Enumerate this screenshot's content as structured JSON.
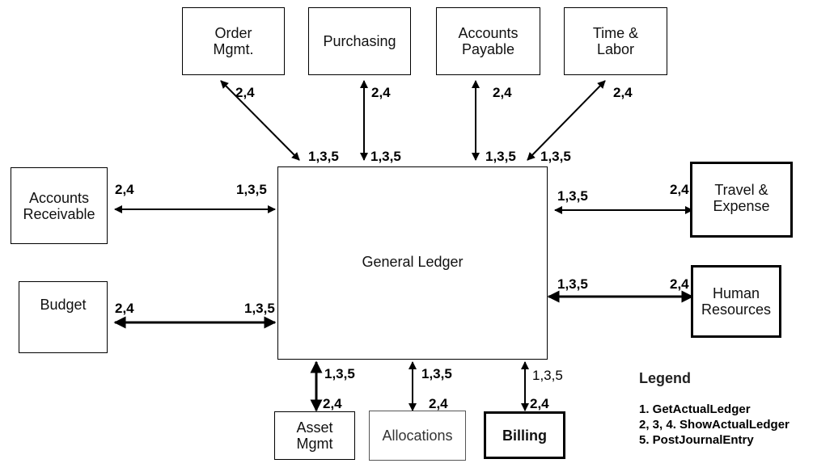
{
  "nodes": {
    "order_mgmt": "Order\nMgmt.",
    "purchasing": "Purchasing",
    "accounts_payable": "Accounts\nPayable",
    "time_labor": "Time &\nLabor",
    "accounts_receivable": "Accounts\nReceivable",
    "budget": "Budget",
    "general_ledger": "General Ledger",
    "travel_expense": "Travel &\nExpense",
    "human_resources": "Human\nResources",
    "asset_mgmt": "Asset\nMgmt",
    "allocations": "Allocations",
    "billing": "Billing"
  },
  "labels": {
    "out": "2,4",
    "in": "1,3,5"
  },
  "legend": {
    "title": "Legend",
    "items": [
      "1. GetActualLedger",
      "2, 3, 4. ShowActualLedger",
      "5. PostJournalEntry"
    ]
  }
}
